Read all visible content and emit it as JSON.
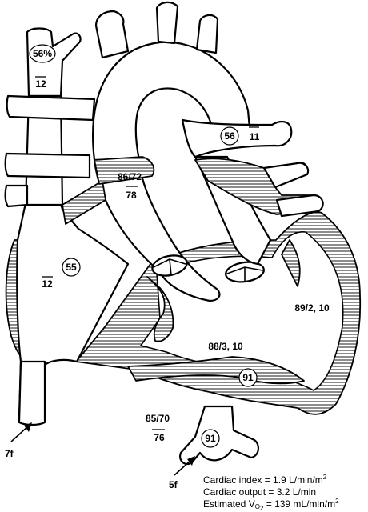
{
  "saturations": {
    "svc": "56%",
    "pulmonary_artery": "56",
    "right_atrium": "55",
    "left_ventricle": "91",
    "femoral_artery": "91"
  },
  "pressures": {
    "svc_mean": "12",
    "pulmonary_artery_mean": "11",
    "pulmonary_artery_systolic_diastolic": "86/72",
    "pulmonary_artery_mean_main": "78",
    "right_atrium_mean": "12",
    "left_ventricle": "89/2, 10",
    "right_ventricle": "88/3, 10",
    "aorta_systolic_diastolic": "85/70",
    "aorta_mean": "76"
  },
  "catheters": {
    "venous": "7f",
    "arterial": "5f"
  },
  "footnote": {
    "cardiac_index": "Cardiac index = 1.9 L/min/m",
    "cardiac_index_sup": "2",
    "cardiac_output": "Cardiac output = 3.2 L/min",
    "vo2_prefix": "Estimated V",
    "vo2_sub": "O",
    "vo2_sub2": "2",
    "vo2_value": " = 139 mL/min/m",
    "vo2_sup": "2"
  }
}
